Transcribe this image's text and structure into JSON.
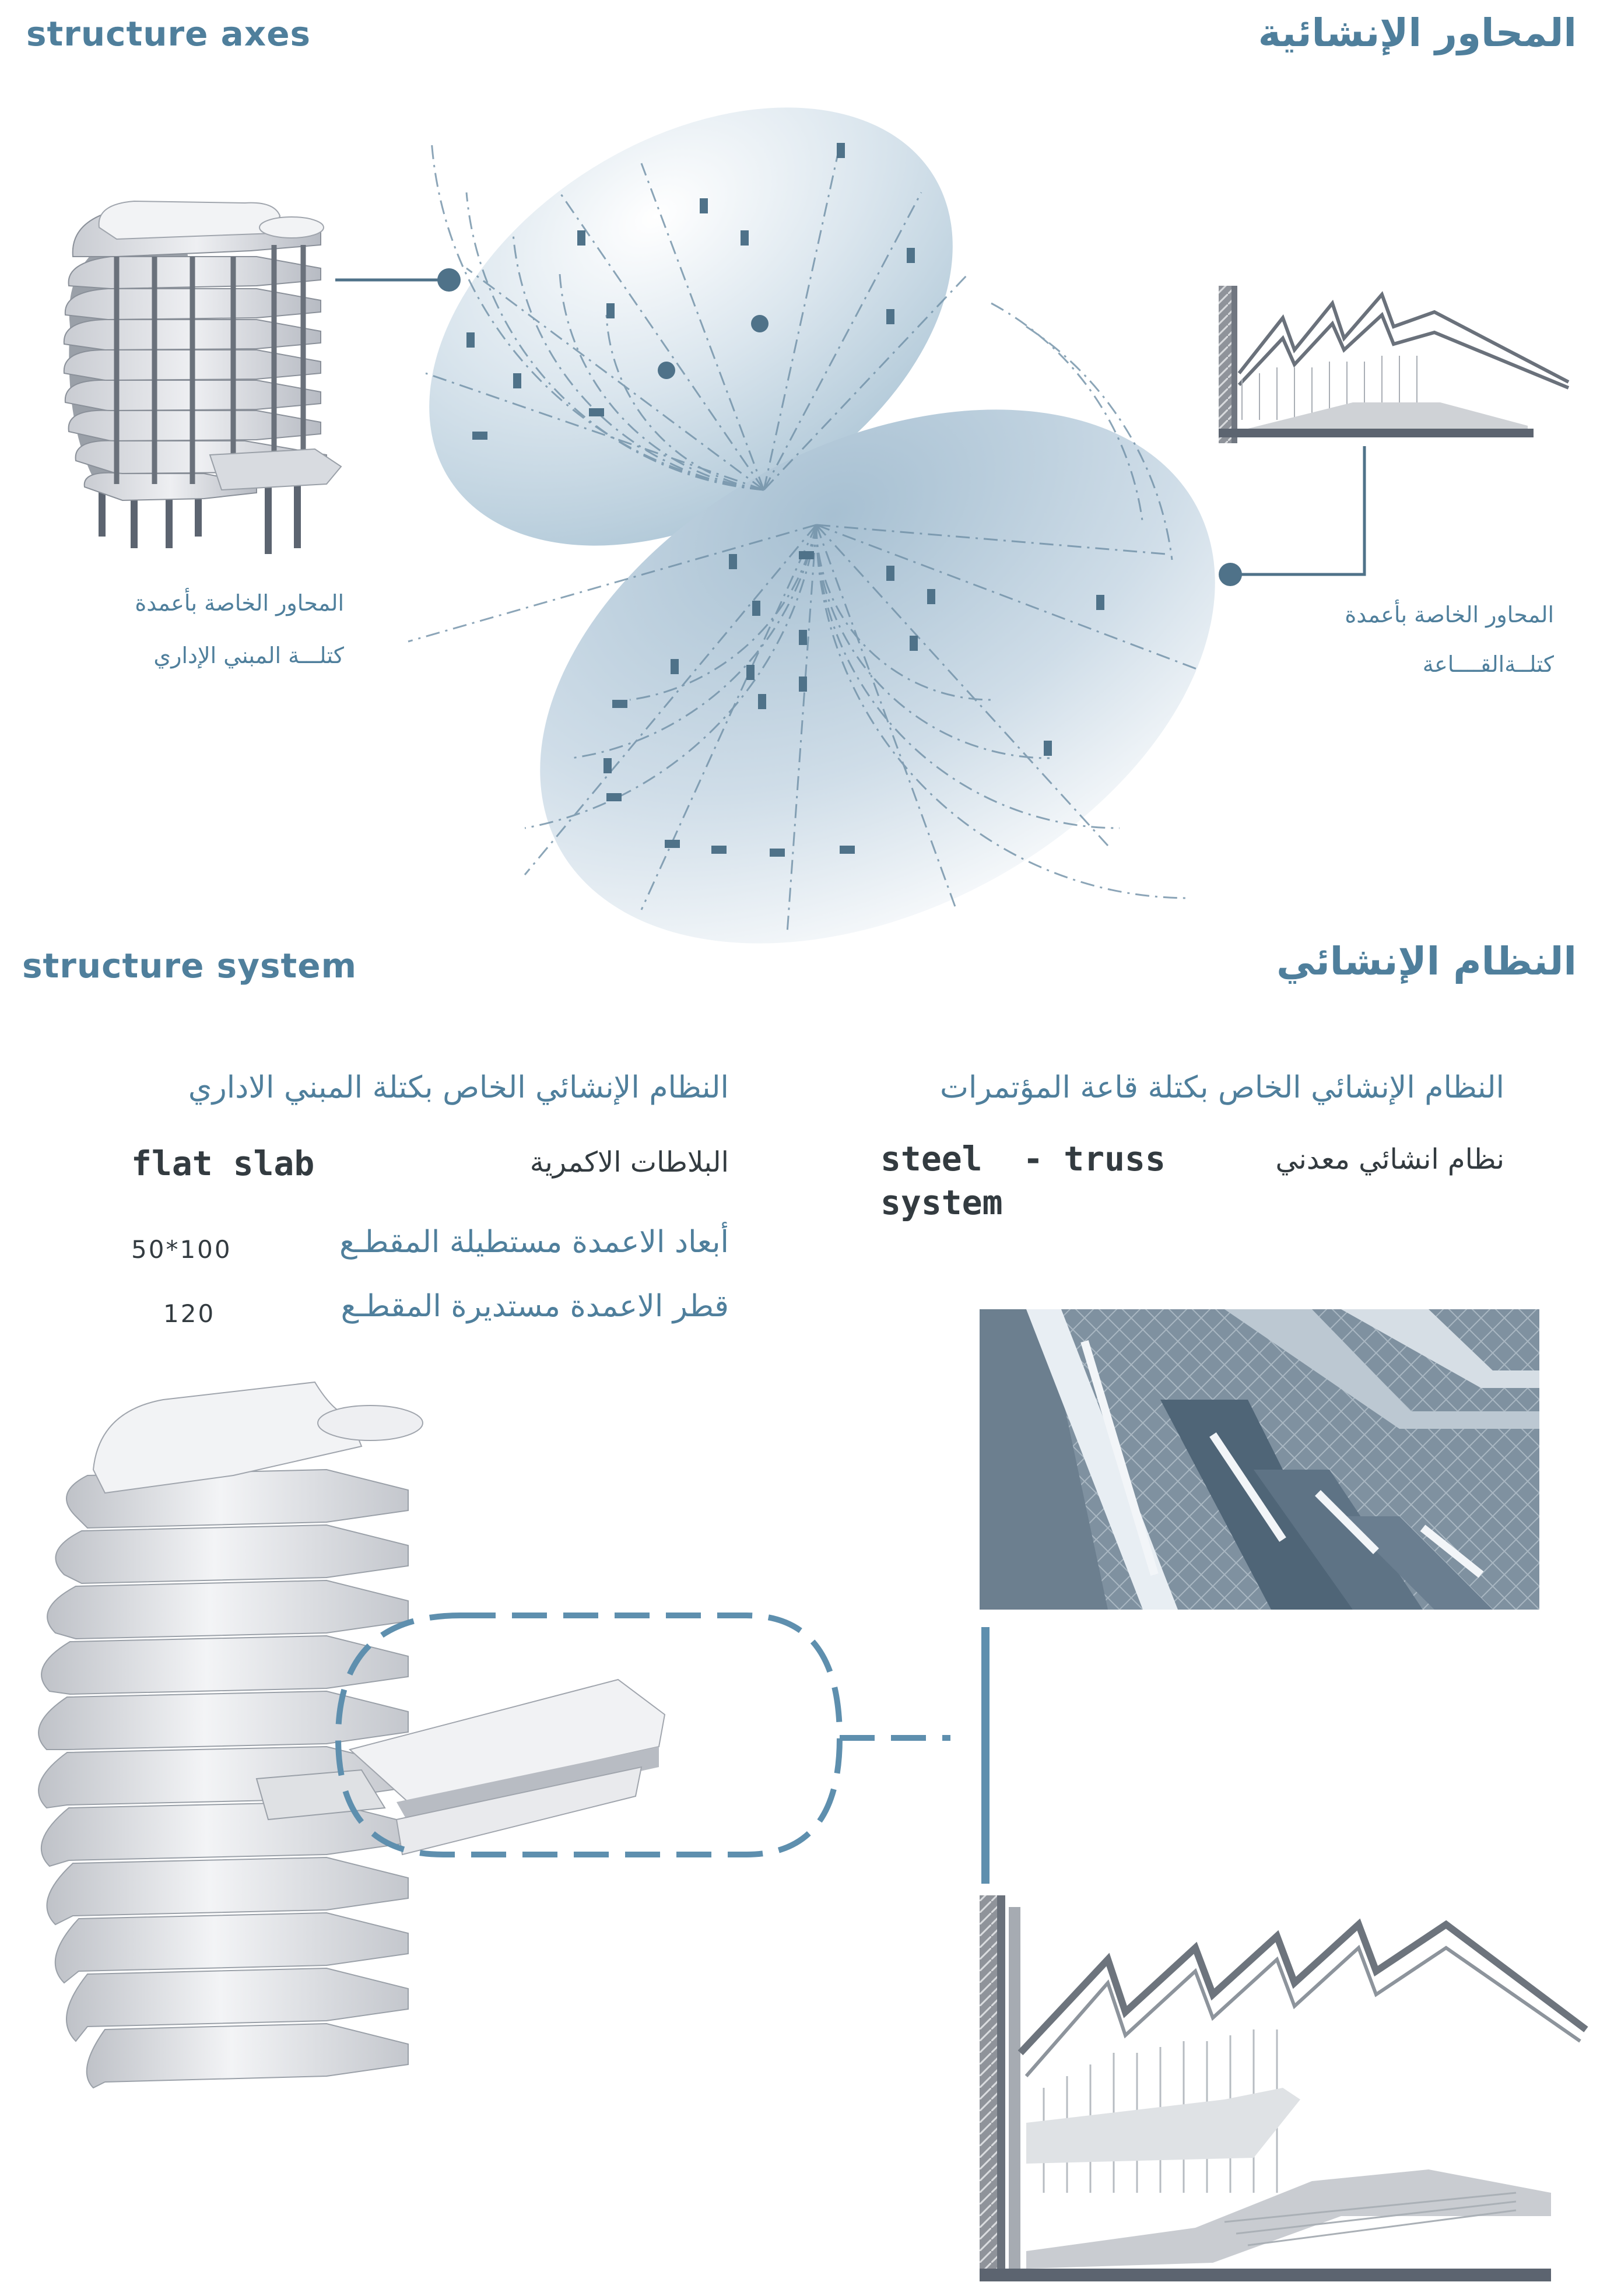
{
  "axes_section": {
    "title_en": "structure axes",
    "title_ar": "المحاور الإنشائية",
    "admin_caption_line1": "المحاور الخاصة بأعمدة",
    "admin_caption_line2": "كتلـــة المبني الإداري",
    "hall_caption_line1": "المحاور الخاصة بأعمدة",
    "hall_caption_line2": "كتلــةالقــــاعة"
  },
  "system_section": {
    "title_en": "structure system",
    "title_ar": "النظام الإنشائي",
    "admin_heading": "النظام الإنشائي الخاص بكتلة المبني الاداري",
    "admin_type_ar": "البلاطات الاكمرية",
    "admin_type_en": "flat slab",
    "rect_columns_label": "أبعاد الاعمدة مستطيلة المقطـع",
    "rect_columns_value": "50*100",
    "round_columns_label": "قطر الاعمدة مستديرة المقطـع",
    "round_columns_value": "120",
    "hall_heading": "النظام الإنشائي الخاص بكتلة قاعة المؤتمرات",
    "hall_type_ar": "نظام انشائي معدني",
    "hall_type_en_line1": "steel  - truss",
    "hall_type_en_line2": "system"
  },
  "colors": {
    "accent": "#4f7f9c",
    "text_dark": "#333b40",
    "column_cyan": "#1aa9e6",
    "ellipse_fill": "#b9cfdc"
  }
}
